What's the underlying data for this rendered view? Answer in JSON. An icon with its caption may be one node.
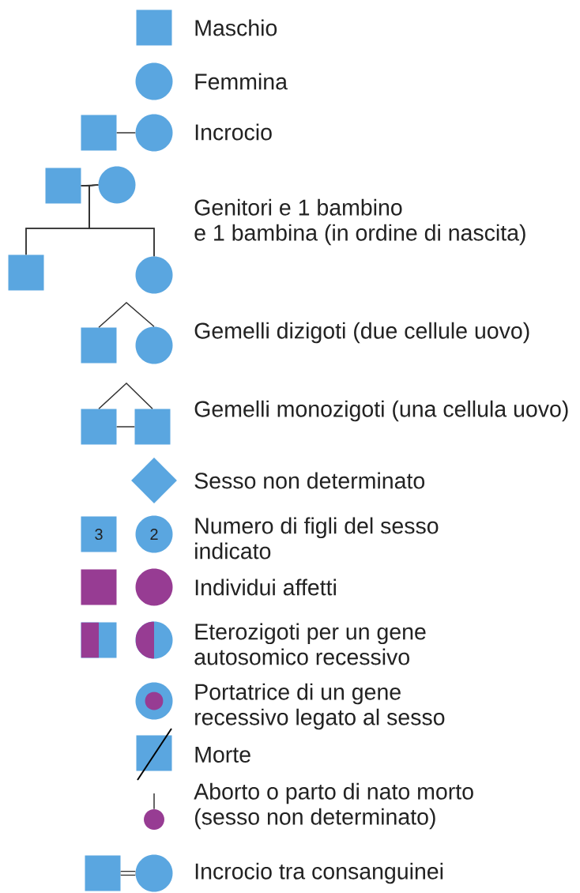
{
  "diagram": {
    "nodes": [
      {
        "text": [],
        "shape": "box"
      },
      {
        "text": [],
        "shape": "circle"
      },
      {
        "text": [],
        "shape": "box"
      },
      {
        "text": [],
        "shape": "circle"
      },
      {
        "text": [],
        "shape": "box"
      },
      {
        "text": [],
        "shape": "circle"
      },
      {
        "text": [],
        "shape": "box"
      },
      {
        "text": [],
        "shape": "circle"
      },
      {
        "text": [],
        "shape": "box"
      },
      {
        "text": [],
        "shape": "circle"
      },
      {
        "text": [],
        "shape": "box"
      },
      {
        "text": [],
        "shape": "box"
      },
      {
        "text": [],
        "shape": "diamond"
      },
      {
        "text": [
          "3"
        ]
      },
      {
        "text": [
          "2"
        ]
      },
      {
        "text": [],
        "shape": "box"
      },
      {
        "text": [],
        "shape": "circle"
      },
      {
        "text": [],
        "shape": "box"
      },
      {
        "text": [],
        "shape": "circle"
      },
      {
        "text": [],
        "shape": "circle"
      },
      {
        "text": [],
        "shape": "box"
      },
      {
        "text": [],
        "shape": "circle"
      },
      {
        "text": [],
        "shape": "box"
      },
      {
        "text": [],
        "shape": "circle"
      }
    ],
    "edges": [
      {
        "from": 2,
        "to": 3,
        "arrow": "none"
      },
      {
        "from": 4,
        "to": 5,
        "arrow": "none"
      },
      {
        "from": 4,
        "to": 6,
        "arrow": "none"
      },
      {
        "from": 5,
        "to": 6,
        "arrow": "none"
      },
      {
        "from": 4,
        "to": 7,
        "arrow": "none"
      },
      {
        "from": 5,
        "to": 7,
        "arrow": "none"
      },
      {
        "from": 8,
        "to": 9,
        "arrow": "none"
      },
      {
        "from": 10,
        "to": 11,
        "arrow": "none"
      },
      {
        "from": 10,
        "to": 11,
        "arrow": "none"
      },
      {
        "from": null,
        "to": 21,
        "arrow": "none"
      },
      {
        "from": 22,
        "to": 23,
        "arrow": "none",
        "style": "thick"
      }
    ],
    "labels": [
      "Maschio",
      "Femmina",
      "Incrocio",
      "Genitori e 1 bambino e 1 bambina (in ordine di nascita)",
      "Gemelli dizigoti (due cellule uovo)",
      "Gemelli monozigoti (una cellula uovo)",
      "Sesso non determinato",
      "Numero di figli del sesso indicato",
      "Individui affetti",
      "Eterozigoti per un gene autosomico recessivo",
      "Portatrice di un gene recessivo legato al sesso",
      "Morte",
      "Aborto o parto di nato morto (sesso non determinato)",
      "Incrocio tra consanguinei"
    ]
  }
}
